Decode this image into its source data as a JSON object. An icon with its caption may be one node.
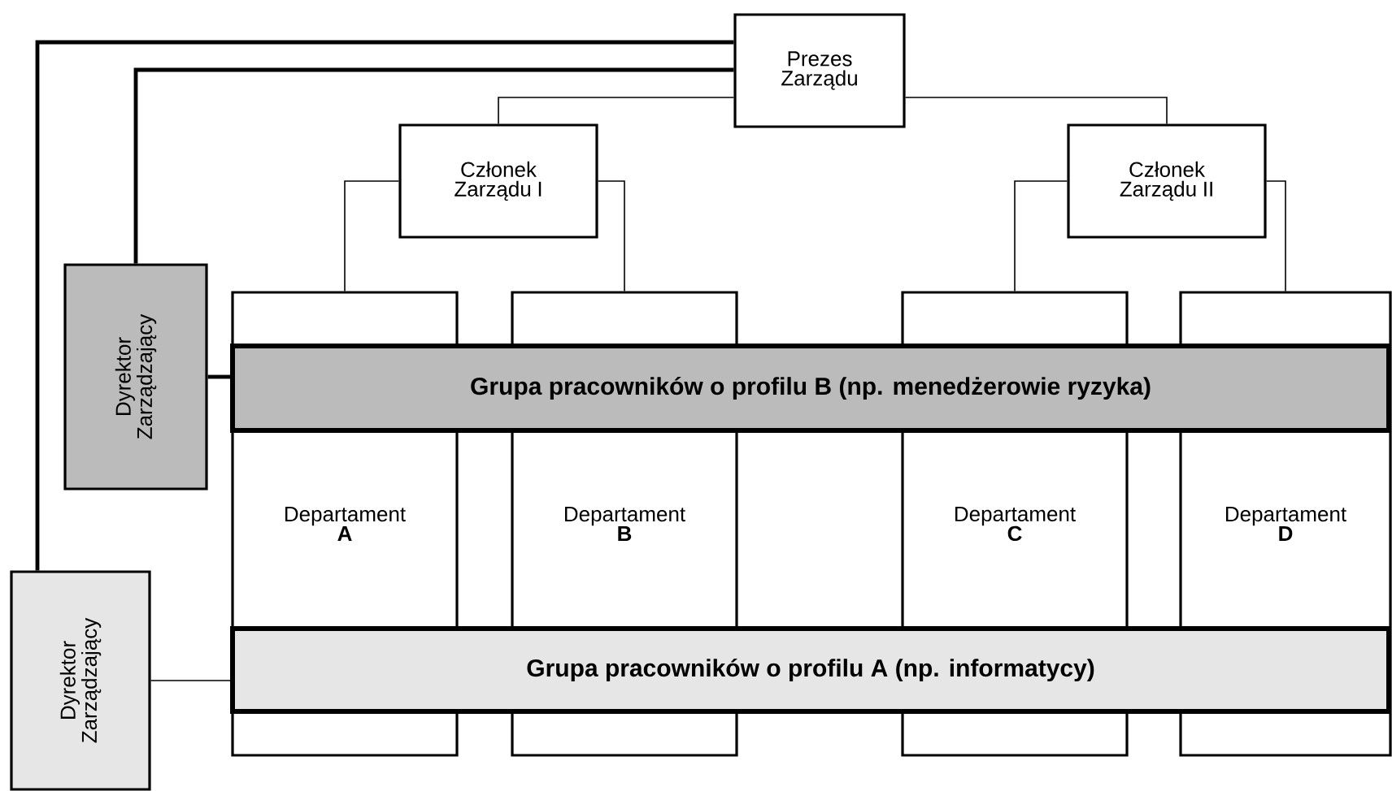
{
  "diagram": {
    "nodes": [
      {
        "text": [
          "Prezes Zarządu"
        ]
      },
      {
        "text": [
          "Członek Zarządu I"
        ]
      },
      {
        "text": [
          "Członek Zarządu II"
        ]
      },
      {
        "text": [
          "Dyrektor Zarządzający"
        ]
      },
      {
        "text": [
          "Grupa pracowników o profilu B (np. menedżerowie ryzyka)"
        ]
      },
      {
        "text": [
          "Departament **A**"
        ]
      },
      {
        "text": [
          "Departament **B**"
        ]
      },
      {
        "text": [
          "Departament **C**"
        ]
      },
      {
        "text": [
          "Departament **D**"
        ]
      },
      {
        "text": [
          "Dyrektor Zarządzający"
        ]
      },
      {
        "text": [
          "Grupa pracowników o profilu A (np. informatycy)"
        ]
      }
    ],
    "edges": [
      {
        "from": 0,
        "to": 1,
        "arrow": "none"
      },
      {
        "from": 0,
        "to": 2,
        "arrow": "none"
      },
      {
        "from": 0,
        "to": 3,
        "arrow": "none",
        "style": "thick"
      },
      {
        "from": 0,
        "to": 9,
        "arrow": "none",
        "style": "thick"
      },
      {
        "from": 1,
        "to": 5,
        "arrow": "none"
      },
      {
        "from": 1,
        "to": 6,
        "arrow": "none"
      },
      {
        "from": 2,
        "to": 7,
        "arrow": "none"
      },
      {
        "from": 2,
        "to": 8,
        "arrow": "none"
      },
      {
        "from": 3,
        "to": 4,
        "arrow": "none",
        "style": "thick"
      },
      {
        "from": 9,
        "to": 10,
        "arrow": "none"
      }
    ]
  }
}
